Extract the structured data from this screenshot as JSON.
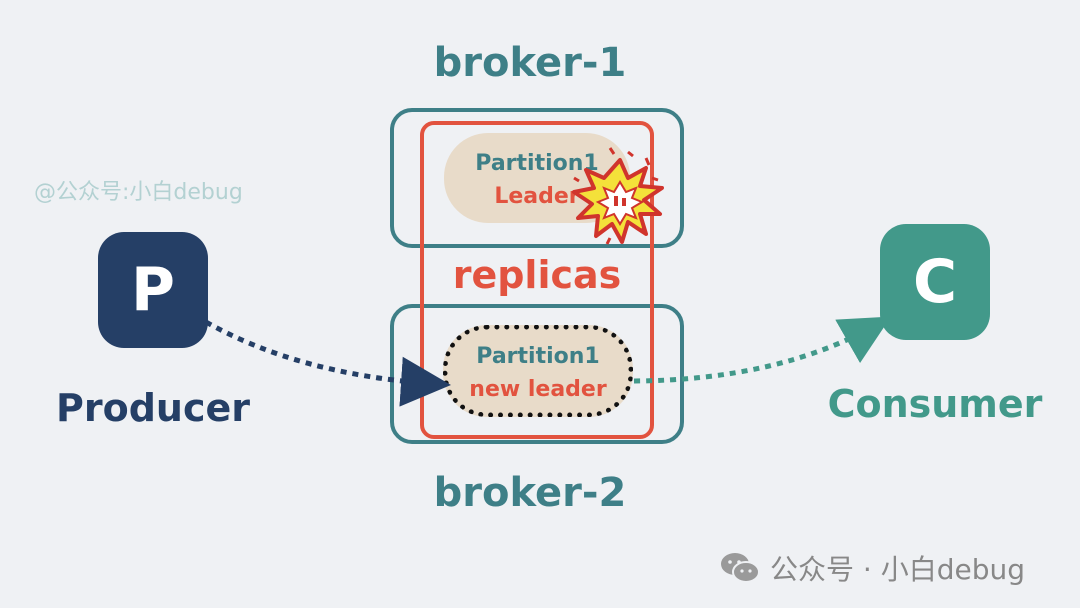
{
  "watermark_top": "@公众号:小白debug",
  "brokers": [
    {
      "title": "broker-1"
    },
    {
      "title": "broker-2"
    }
  ],
  "replicas": {
    "label": "replicas"
  },
  "partition_old": {
    "line1": "Partition1",
    "line2": "Leader"
  },
  "partition_new": {
    "line1": "Partition1",
    "line2": "new leader"
  },
  "producer": {
    "letter": "P",
    "label": "Producer"
  },
  "consumer": {
    "letter": "C",
    "label": "Consumer"
  },
  "watermark_bottom": {
    "text": "公众号 · 小白debug"
  },
  "colors": {
    "broker": "#3e7f87",
    "replicas": "#e2533f",
    "producer": "#253f66",
    "consumer": "#42998a",
    "partition_fill": "#e8dbc9",
    "background": "#eff1f4"
  }
}
